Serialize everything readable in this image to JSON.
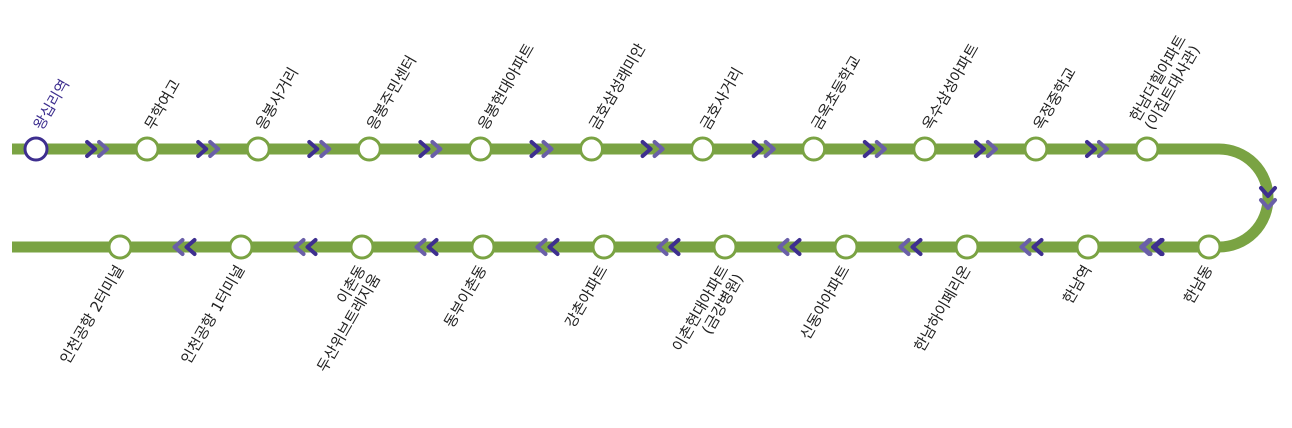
{
  "colors": {
    "line": "#7aa343",
    "start_station": "#3e2f8f",
    "arrow": "#3e2f8f",
    "arrow_trail": "#6a5fa8",
    "station_fill": "#ffffff",
    "label_text": "#222222"
  },
  "top_row": [
    {
      "name": "왕십리역",
      "lines": [
        "왕십리역"
      ],
      "start": true
    },
    {
      "name": "무학여고",
      "lines": [
        "무학여고"
      ]
    },
    {
      "name": "응봉사거리",
      "lines": [
        "응봉사거리"
      ]
    },
    {
      "name": "응봉주민센터",
      "lines": [
        "응봉주민센터"
      ]
    },
    {
      "name": "응봉현대아파트",
      "lines": [
        "응봉현대아파트"
      ]
    },
    {
      "name": "금호삼성래미안",
      "lines": [
        "금호삼성래미안"
      ]
    },
    {
      "name": "금호사거리",
      "lines": [
        "금호사거리"
      ]
    },
    {
      "name": "금옥초등학교",
      "lines": [
        "금옥초등학교"
      ]
    },
    {
      "name": "옥수삼성아파트",
      "lines": [
        "옥수삼성아파트"
      ]
    },
    {
      "name": "옥정중학교",
      "lines": [
        "옥정중학교"
      ]
    },
    {
      "name": "한남더힐아파트 (이집트대사관)",
      "lines": [
        "한남더힐아파트",
        "(이집트대사관)"
      ]
    }
  ],
  "bottom_row": [
    {
      "name": "인천공항 2터미널",
      "lines": [
        "인천공항 2터미널"
      ]
    },
    {
      "name": "인천공항 1터미널",
      "lines": [
        "인천공항 1터미널"
      ]
    },
    {
      "name": "이촌동 두산위브트레지움",
      "lines": [
        "이촌동",
        "두산위브트레지움"
      ]
    },
    {
      "name": "동부이촌동",
      "lines": [
        "동부이촌동"
      ]
    },
    {
      "name": "강촌아파트",
      "lines": [
        "강촌아파트"
      ]
    },
    {
      "name": "이촌현대아파트 (금강병원)",
      "lines": [
        "이촌현대아파트",
        "(금강병원)"
      ]
    },
    {
      "name": "신동아아파트",
      "lines": [
        "신동아아파트"
      ]
    },
    {
      "name": "한남하이페리온",
      "lines": [
        "한남하이페리온"
      ]
    },
    {
      "name": "한남역",
      "lines": [
        "한남역"
      ]
    },
    {
      "name": "한남동",
      "lines": [
        "한남동"
      ]
    }
  ]
}
